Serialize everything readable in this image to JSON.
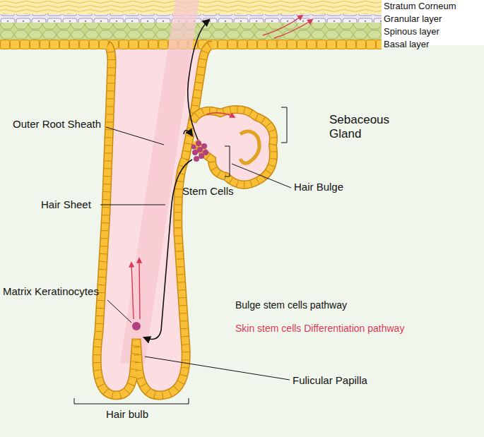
{
  "diagram": {
    "labels": [
      "Stratum Corneum",
      "Granular layer",
      "Spinous layer",
      "Basal layer",
      "Outer Root Sheath",
      "Sebaceous Gland",
      "Stem Cells",
      "Hair Bulge",
      "Hair Sheet",
      "Matrix Keratinocytes",
      "Fulicular Papilla",
      "Hair bulb"
    ],
    "legend": [
      {
        "text": "Bulge stem cells pathway"
      },
      {
        "text": "Skin stem cells Differentiation pathway"
      }
    ]
  }
}
